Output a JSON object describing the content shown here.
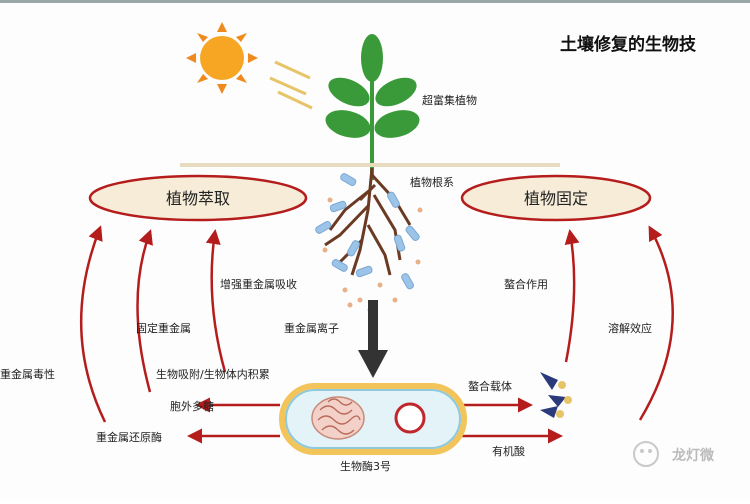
{
  "title": "土壤修复的生物技",
  "nodes": {
    "plant": "超富集植物",
    "roots": "植物根系",
    "extraction": "植物萃取",
    "stabilization": "植物固定",
    "bacterium": "生物酶3号"
  },
  "edges": {
    "enhance_uptake": "增强重金属吸收",
    "metal_ions": "重金属离子",
    "fix_metals": "固定重金属",
    "adsorption": "生物吸附/生物体内积累",
    "toxicity": "重金属毒性",
    "eps": "胞外多糖",
    "reductase": "重金属还原酶",
    "chelation": "螯合作用",
    "dissolution": "溶解效应",
    "chelating_carrier": "螯合载体",
    "organic_acid": "有机酸"
  },
  "watermark": "龙灯微",
  "colors": {
    "arrow": "#b51d1d",
    "oval_fill": "#f6ecd8",
    "oval_stroke": "#b51d1d",
    "sun": "#f6a623",
    "leaf": "#3a9a3a",
    "root": "#6b3a22",
    "cell_fill": "#e4f3f7",
    "cell_stroke": "#f2c45a"
  }
}
